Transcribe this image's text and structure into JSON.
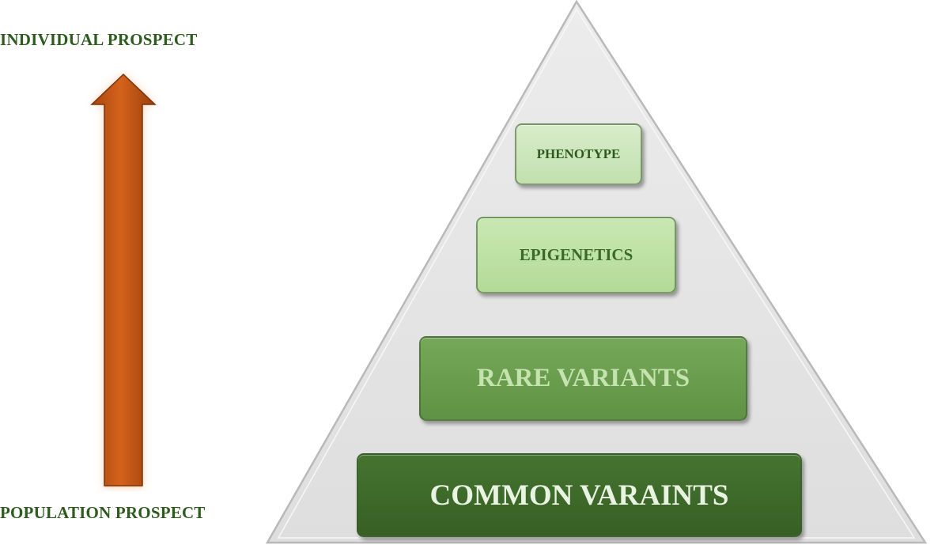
{
  "axis": {
    "top_label": "INDIVIDUAL PROSPECT",
    "bottom_label": "POPULATION PROSPECT",
    "arrow_color": "#d4621c"
  },
  "pyramid": {
    "fill_color": "#e3e3e3",
    "tiers": [
      {
        "label": "PHENOTYPE",
        "color": "#c9e6b4"
      },
      {
        "label": "EPIGENETICS",
        "color": "#bde0a3"
      },
      {
        "label": "RARE VARIANTS",
        "color": "#6a9d4e"
      },
      {
        "label": "COMMON VARAINTS",
        "color": "#3e6b2b"
      }
    ]
  }
}
